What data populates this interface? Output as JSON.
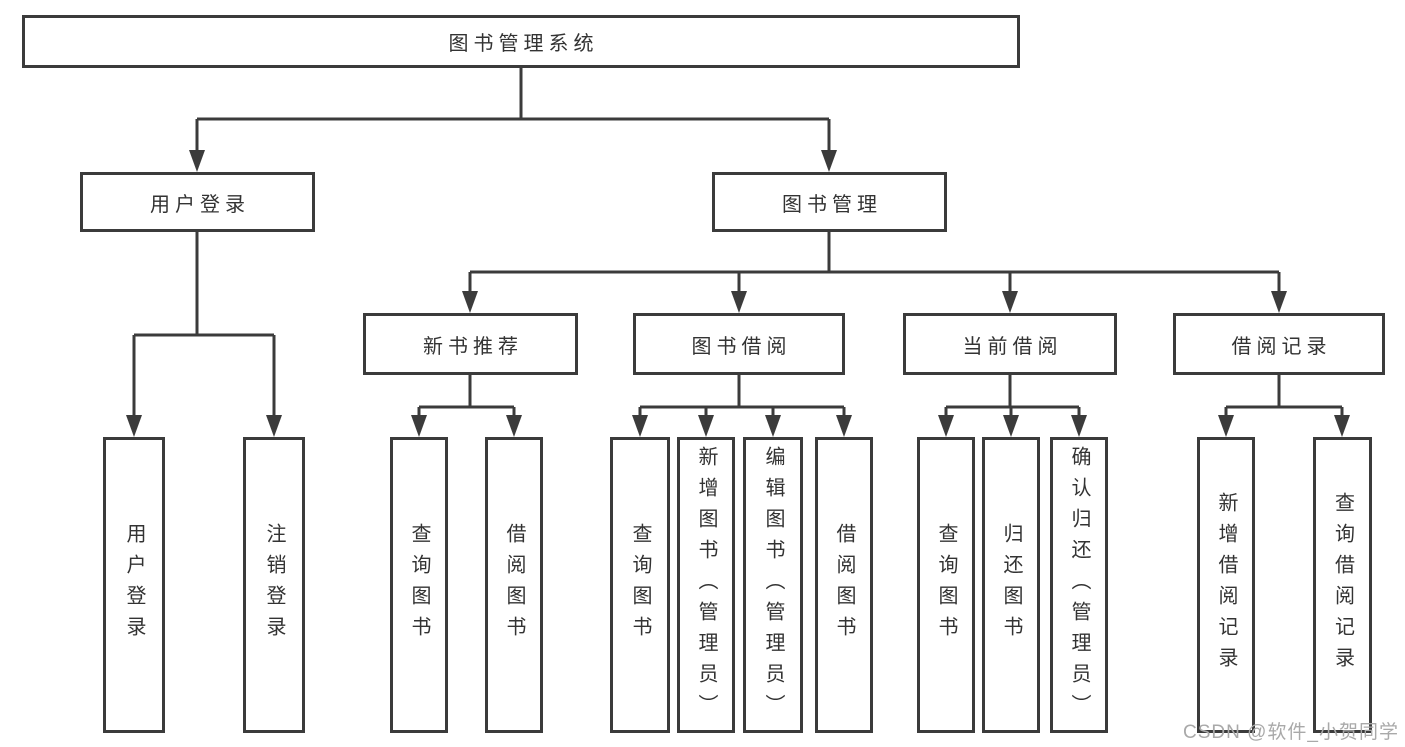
{
  "diagram": {
    "root": {
      "label": "图书管理系统"
    },
    "branches": {
      "user_login": {
        "label": "用户登录",
        "children": [
          "用户登录",
          "注销登录"
        ]
      },
      "book_management": {
        "label": "图书管理",
        "sections": [
          {
            "label": "新书推荐",
            "children": [
              "查询图书",
              "借阅图书"
            ]
          },
          {
            "label": "图书借阅",
            "children": [
              "查询图书",
              "新增图书（管理员）",
              "编辑图书（管理员）",
              "借阅图书"
            ]
          },
          {
            "label": "当前借阅",
            "children": [
              "查询图书",
              "归还图书",
              "确认归还（管理员）"
            ]
          },
          {
            "label": "借阅记录",
            "children": [
              "新增借阅记录",
              "查询借阅记录"
            ]
          }
        ]
      }
    },
    "watermark": "CSDN @软件_小贺同学",
    "colors": {
      "line": "#3b3b3b",
      "text": "#333333",
      "background": "#ffffff",
      "watermark": "#a9a9a9"
    }
  }
}
